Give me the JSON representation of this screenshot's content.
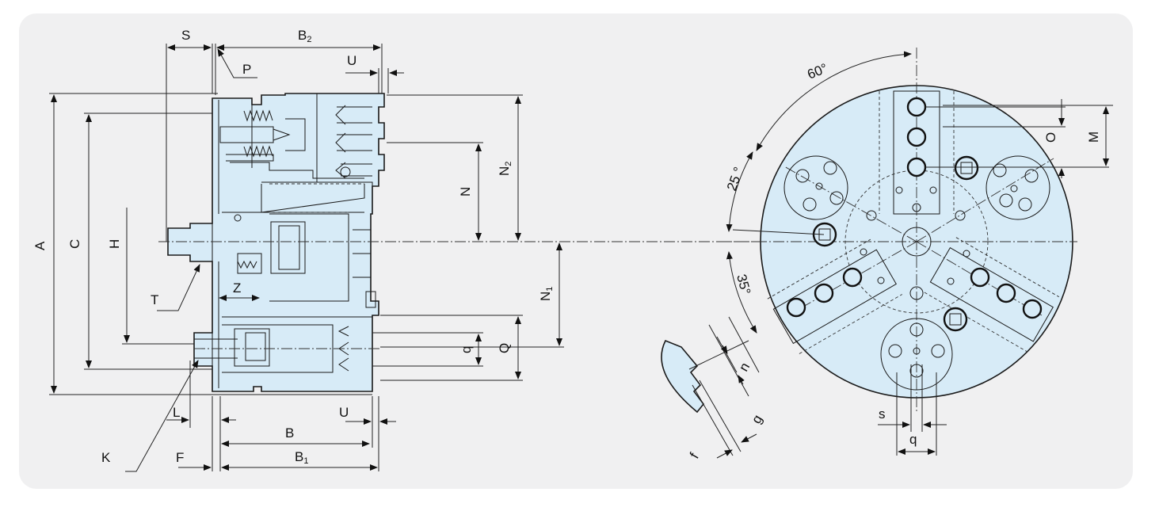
{
  "colors": {
    "panel": "#f0f0f1",
    "chuck_fill": "#d7ebf7",
    "line": "#1a1a1a"
  },
  "side_view": {
    "labels": {
      "S": "S",
      "B2": "B",
      "B2_sub": "2",
      "P": "P",
      "U_top": "U",
      "A": "A",
      "C": "C",
      "H": "H",
      "T": "T",
      "Z": "Z",
      "L": "L",
      "K": "K",
      "F": "F",
      "B": "B",
      "B1": "B",
      "B1_sub": "1",
      "U_bottom": "U",
      "N": "N",
      "N2": "N",
      "N2_sub": "2",
      "N1": "N",
      "N1_sub": "1",
      "q": "q",
      "Q": "Q"
    }
  },
  "front_view": {
    "labels": {
      "angle_60": "60°",
      "angle_25": "25 °",
      "angle_35": "35°",
      "O": "O",
      "M": "M",
      "s": "s",
      "q": "q"
    }
  },
  "jaw_detail": {
    "labels": {
      "n": "n",
      "g": "g",
      "f": "f"
    }
  }
}
